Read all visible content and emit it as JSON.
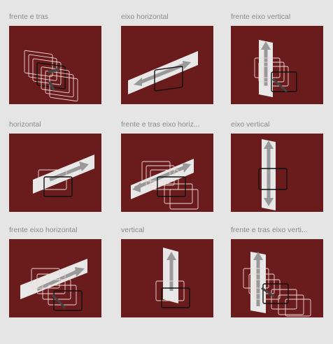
{
  "tiles": [
    {
      "label": "frente e tras",
      "icon": "front-back-icon"
    },
    {
      "label": "eixo horizontal",
      "icon": "horizontal-axis-icon"
    },
    {
      "label": "frente eixo vertical",
      "icon": "front-vertical-axis-icon"
    },
    {
      "label": "horizontal",
      "icon": "horizontal-icon"
    },
    {
      "label": "frente e tras eixo horiz...",
      "icon": "front-back-horizontal-axis-icon"
    },
    {
      "label": "eixo vertical",
      "icon": "vertical-axis-icon"
    },
    {
      "label": "frente eixo horizontal",
      "icon": "front-horizontal-axis-icon"
    },
    {
      "label": "vertical",
      "icon": "vertical-icon"
    },
    {
      "label": "frente e tras eixo verti...",
      "icon": "front-back-vertical-axis-icon"
    }
  ],
  "colors": {
    "background": "#e5e5e5",
    "thumbnail": "#6a1b1b",
    "label": "#8a8a8a"
  }
}
